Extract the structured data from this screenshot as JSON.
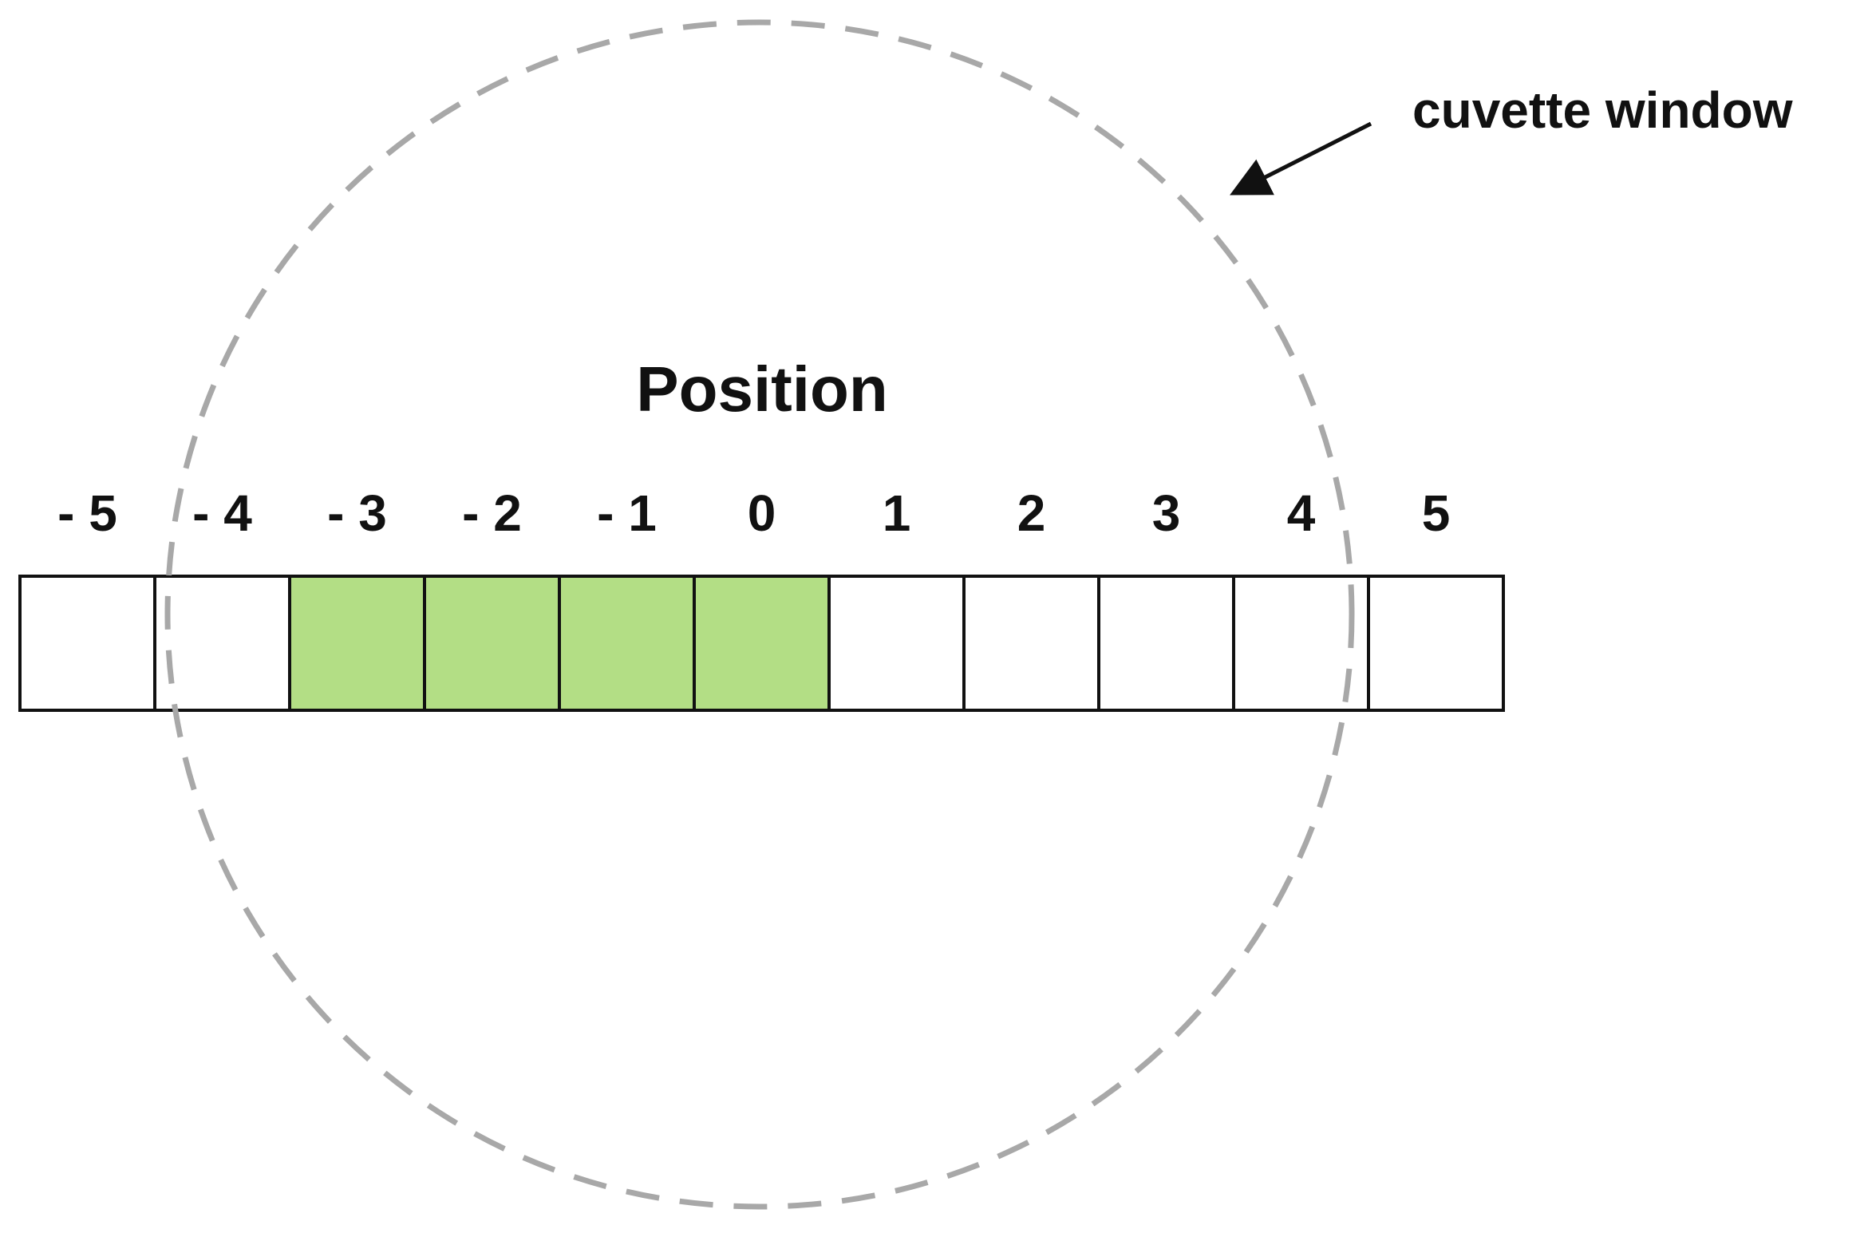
{
  "title": "Position",
  "callout": {
    "label": "cuvette window"
  },
  "positions": [
    {
      "label": "- 5",
      "value": -5,
      "highlighted": false
    },
    {
      "label": "- 4",
      "value": -4,
      "highlighted": false
    },
    {
      "label": "- 3",
      "value": -3,
      "highlighted": true
    },
    {
      "label": "- 2",
      "value": -2,
      "highlighted": true
    },
    {
      "label": "- 1",
      "value": -1,
      "highlighted": true
    },
    {
      "label": "0",
      "value": 0,
      "highlighted": true
    },
    {
      "label": "1",
      "value": 1,
      "highlighted": false
    },
    {
      "label": "2",
      "value": 2,
      "highlighted": false
    },
    {
      "label": "3",
      "value": 3,
      "highlighted": false
    },
    {
      "label": "4",
      "value": 4,
      "highlighted": false
    },
    {
      "label": "5",
      "value": 5,
      "highlighted": false
    }
  ],
  "colors": {
    "highlight": "#b3de85",
    "cell_default": "#ffffff",
    "cell_border": "#111111",
    "window_outline": "#a8a8a8",
    "text": "#111111",
    "arrow": "#111111"
  }
}
